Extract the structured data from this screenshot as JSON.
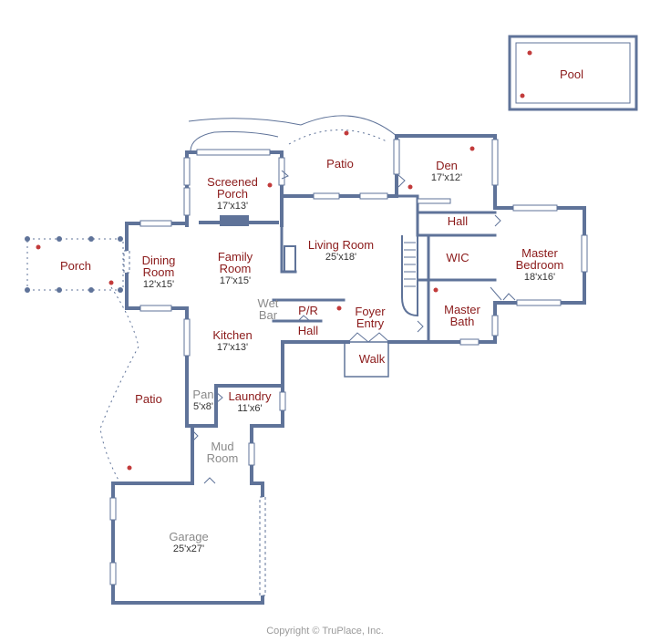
{
  "colors": {
    "wall": "#5f7399",
    "room_label": "#8b1a1a",
    "minor_label": "#8a8a8a",
    "dimension": "#333333",
    "marker": "#c23b3b"
  },
  "rooms": [
    {
      "key": "pool",
      "name": "Pool",
      "dims": ""
    },
    {
      "key": "patio_top",
      "name": "Patio",
      "dims": ""
    },
    {
      "key": "den",
      "name": "Den",
      "dims": "17'x12'"
    },
    {
      "key": "screened_porch",
      "name": "Screened\nPorch",
      "dims": "17'x13'"
    },
    {
      "key": "hall_upper",
      "name": "Hall",
      "dims": ""
    },
    {
      "key": "living_room",
      "name": "Living Room",
      "dims": "25'x18'"
    },
    {
      "key": "master_bedroom",
      "name": "Master\nBedroom",
      "dims": "18'x16'"
    },
    {
      "key": "wic",
      "name": "WIC",
      "dims": ""
    },
    {
      "key": "family_room",
      "name": "Family\nRoom",
      "dims": "17'x15'"
    },
    {
      "key": "dining_room",
      "name": "Dining\nRoom",
      "dims": "12'x15'"
    },
    {
      "key": "porch",
      "name": "Porch",
      "dims": ""
    },
    {
      "key": "wet_bar",
      "name": "Wet\nBar",
      "dims": ""
    },
    {
      "key": "pr",
      "name": "P/R",
      "dims": ""
    },
    {
      "key": "hall_lower",
      "name": "Hall",
      "dims": ""
    },
    {
      "key": "foyer_entry",
      "name": "Foyer\nEntry",
      "dims": ""
    },
    {
      "key": "master_bath",
      "name": "Master\nBath",
      "dims": ""
    },
    {
      "key": "kitchen",
      "name": "Kitchen",
      "dims": "17'x13'"
    },
    {
      "key": "walk",
      "name": "Walk",
      "dims": ""
    },
    {
      "key": "patio_bottom",
      "name": "Patio",
      "dims": ""
    },
    {
      "key": "pantry",
      "name": "Pan",
      "dims": "5'x8'"
    },
    {
      "key": "laundry",
      "name": "Laundry",
      "dims": "11'x6'"
    },
    {
      "key": "mud_room",
      "name": "Mud\nRoom",
      "dims": ""
    },
    {
      "key": "garage",
      "name": "Garage",
      "dims": "25'x27'"
    }
  ],
  "copyright": "Copyright © TruPlace, Inc."
}
